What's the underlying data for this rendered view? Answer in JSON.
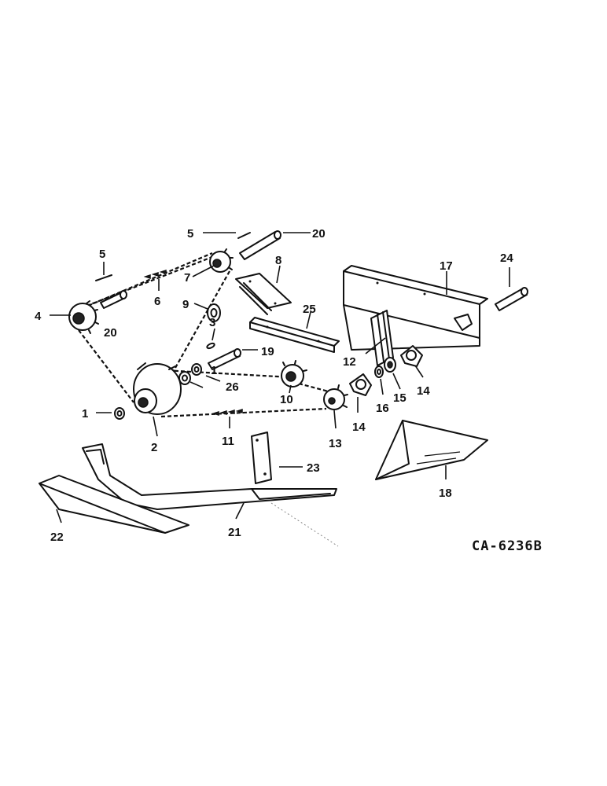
{
  "figure_code": "CA-6236B",
  "callouts": {
    "c1a": "1",
    "c1b": "1",
    "c2": "2",
    "c3": "3",
    "c4": "4",
    "c5a": "5",
    "c5b": "5",
    "c6": "6",
    "c7": "7",
    "c8": "8",
    "c9": "9",
    "c10": "10",
    "c11": "11",
    "c12": "12",
    "c13": "13",
    "c14a": "14",
    "c14b": "14",
    "c15": "15",
    "c16": "16",
    "c17": "17",
    "c18": "18",
    "c19": "19",
    "c20a": "20",
    "c20b": "20",
    "c21": "21",
    "c22": "22",
    "c23": "23",
    "c24": "24",
    "c25": "25",
    "c26": "26"
  },
  "icons": {
    "sprocket": "sprocket-icon",
    "bearing": "bearing-icon",
    "chain": "chain-icon",
    "shield": "shield-icon"
  }
}
